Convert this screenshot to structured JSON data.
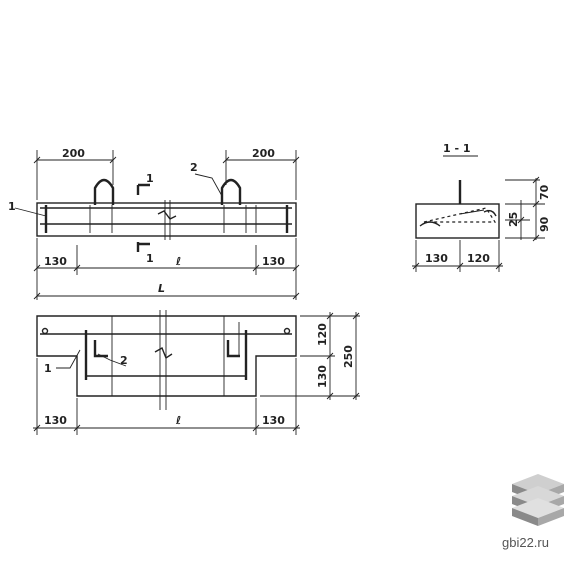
{
  "dims": {
    "top_left": "200",
    "top_right": "200",
    "plan_left": "130",
    "plan_mid": "ℓ",
    "plan_right": "130",
    "overall": "L",
    "section_h_top": "70",
    "section_h_mid": "25",
    "section_h_bot": "90",
    "section_w_left": "130",
    "section_w_right": "120",
    "elev_top": "120",
    "elev_total": "250",
    "elev_bottom": "130",
    "elev_left": "130",
    "elev_mid": "ℓ",
    "elev_right": "130"
  },
  "labels": {
    "section_title": "1 - 1",
    "cut_top": "1",
    "cut_bottom": "1",
    "mark_1_plan": "1",
    "mark_2_plan": "2",
    "mark_1_elev": "1",
    "mark_2_elev": "2"
  },
  "brand": {
    "text": "gbi22.ru"
  },
  "colors": {
    "line": "#222222",
    "logo_dark": "#8a8a8a",
    "logo_light": "#cfcfcf"
  }
}
